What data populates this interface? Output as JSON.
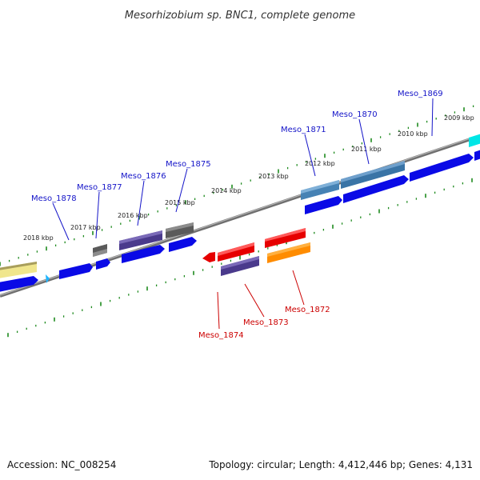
{
  "title": "Mesorhizobium sp. BNC1, complete genome",
  "footer": {
    "accession": "Accession: NC_008254",
    "summary": "Topology: circular; Length: 4,412,446 bp; Genes: 4,131"
  },
  "colors": {
    "backbone": "#8c8c8c",
    "tick_green": "#1e8a1e",
    "label_blue": "#1414c8",
    "label_red": "#cc0000",
    "gene_blue": "#0a0ae6",
    "gene_purple": "#4a3a8c",
    "gene_gray": "#5a5a5a",
    "gene_steel": "#4682b4",
    "gene_red": "#e60000",
    "gene_orange": "#ff8c00",
    "gene_cyan": "#00e6e6",
    "gene_khaki": "#f0e68c"
  },
  "kbp_labels": [
    "2009 kbp",
    "2010 kbp",
    "2011 kbp",
    "2012 kbp",
    "2013 kbp",
    "2014 kbp",
    "2015 kbp",
    "2016 kbp",
    "2017 kbp",
    "2018 kbp"
  ],
  "gene_labels_top": [
    "Meso_1869",
    "Meso_1870",
    "Meso_1871",
    "Meso_1875",
    "Meso_1876",
    "Meso_1877",
    "Meso_1878"
  ],
  "gene_labels_bottom": [
    "Meso_1872",
    "Meso_1873",
    "Meso_1874"
  ]
}
